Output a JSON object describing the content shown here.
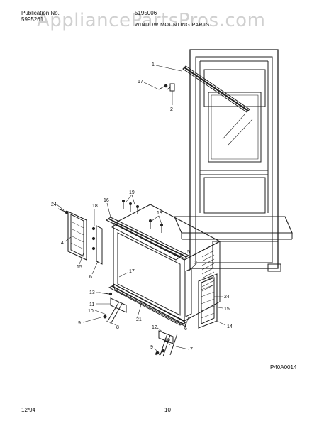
{
  "header": {
    "publication_label": "Publication No.",
    "publication_number": "5995261",
    "model_number": "5195006",
    "section_title": "WINDOW MOUNTING PARTS"
  },
  "watermark": "AppliancePartsPros.com",
  "footer": {
    "date": "12/94",
    "page": "10"
  },
  "drawing_code": "P40A0014",
  "callouts": [
    "1",
    "17",
    "2",
    "24",
    "18",
    "16",
    "19",
    "18",
    "4",
    "15",
    "6",
    "5",
    "17",
    "13",
    "11",
    "10",
    "9",
    "8",
    "21",
    "3",
    "6",
    "24",
    "15",
    "14",
    "12",
    "10",
    "7",
    "9",
    "8"
  ]
}
